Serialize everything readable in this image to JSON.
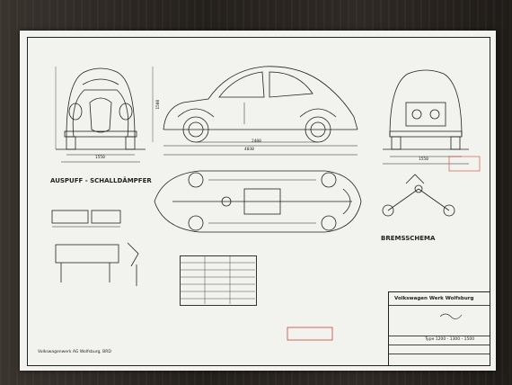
{
  "document": {
    "exhaust_heading": "AUSPUFF - SCHALLDÄMPFER",
    "brake_heading": "BREMSSCHEMA",
    "company_name": "Volkswagen Werk Wolfsburg",
    "footer_company": "Volkswagenwerk AG Wolfsburg, BRD",
    "type_label": "Type 1200 - 1300 - 1500",
    "dim_total_length": "4030",
    "dim_wheelbase": "2400",
    "dim_front_width": "1550",
    "dim_rear_width": "1550",
    "dim_height": "1500"
  },
  "colors": {
    "paper": "#f2f2ef",
    "ink": "#222222",
    "stamp_red": "#cc4433",
    "background_wood": "#2b2723"
  }
}
